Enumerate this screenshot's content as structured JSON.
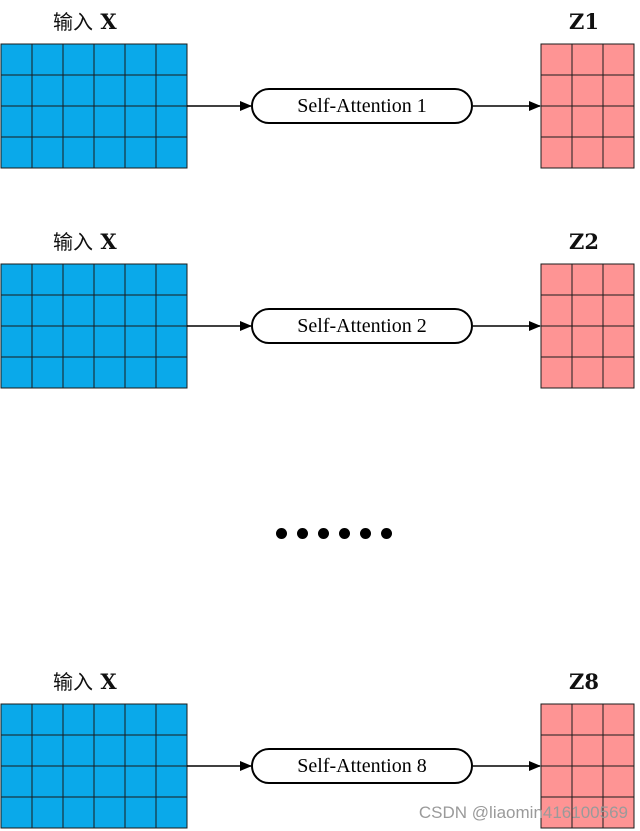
{
  "rows": [
    {
      "input_cn": "输入",
      "input_var": "X",
      "head_label": "Self-Attention 1",
      "output_label": "Z1"
    },
    {
      "input_cn": "输入",
      "input_var": "X",
      "head_label": "Self-Attention 2",
      "output_label": "Z2"
    },
    {
      "input_cn": "输入",
      "input_var": "X",
      "head_label": "Self-Attention 8",
      "output_label": "Z8"
    }
  ],
  "input_matrix": {
    "rows": 4,
    "cols": 6,
    "fill": "#0aa9ea"
  },
  "output_matrix": {
    "rows": 4,
    "cols": 3,
    "fill": "#fe9494"
  },
  "ellipsis": {
    "dot_count": 6
  },
  "watermark": "CSDN @liaomin416100569"
}
